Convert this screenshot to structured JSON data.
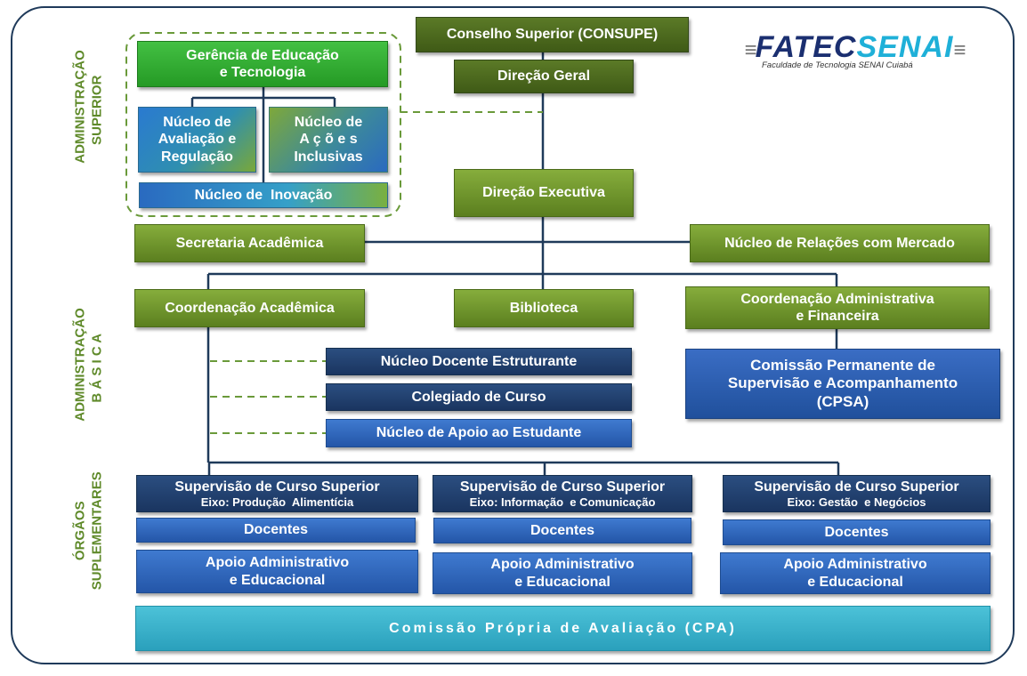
{
  "logo": {
    "brand_part1": "FATEC",
    "brand_part2": "SENAI",
    "subtitle": "Faculdade de Tecnologia SENAI Cuiabá"
  },
  "side_labels": {
    "admin_superior_1": "ADMINISTRAÇÃO",
    "admin_superior_2": "SUPERIOR",
    "admin_basica_1": "ADMINISTRAÇÃO",
    "admin_basica_2": "B Á S I C A",
    "orgaos_1": "ÓRGÃOS",
    "orgaos_2": "SUPLEMENTARES"
  },
  "boxes": {
    "consupe": "Conselho Superior (CONSUPE)",
    "direcao_geral": "Direção Geral",
    "gerencia_1": "Gerência de Educação",
    "gerencia_2": "e Tecnologia",
    "nucleo_aval_1": "Núcleo de",
    "nucleo_aval_2": "Avaliação e",
    "nucleo_aval_3": "Regulação",
    "nucleo_acoes_1": "Núcleo de",
    "nucleo_acoes_2": "A ç õ e s",
    "nucleo_acoes_3": "Inclusivas",
    "nucleo_inovacao": "Núcleo de  Inovação",
    "direcao_executiva": "Direção Executiva",
    "secretaria": "Secretaria Acadêmica",
    "relacoes_mercado": "Núcleo de Relações com Mercado",
    "coord_academica": "Coordenação Acadêmica",
    "biblioteca": "Biblioteca",
    "coord_admin_1": "Coordenação Administrativa",
    "coord_admin_2": "e Financeira",
    "nde": "Núcleo Docente Estruturante",
    "colegiado": "Colegiado de Curso",
    "apoio_estudante": "Núcleo de Apoio ao Estudante",
    "cpsa_1": "Comissão Permanente de",
    "cpsa_2": "Supervisão e Acompanhamento",
    "cpsa_3": "(CPSA)",
    "cpa": "Comissão Própria de Avaliação (CPA)"
  },
  "supervisions": [
    {
      "title": "Supervisão de Curso Superior",
      "eixo": "Eixo: Produção  Alimentícia",
      "docentes": "Docentes",
      "apoio_1": "Apoio Administrativo",
      "apoio_2": "e Educacional"
    },
    {
      "title": "Supervisão de Curso Superior",
      "eixo": "Eixo: Informação  e Comunicação",
      "docentes": "Docentes",
      "apoio_1": "Apoio Administrativo",
      "apoio_2": "e Educacional"
    },
    {
      "title": "Supervisão de Curso Superior",
      "eixo": "Eixo: Gestão  e Negócios",
      "docentes": "Docentes",
      "apoio_1": "Apoio Administrativo",
      "apoio_2": "e Educacional"
    }
  ]
}
